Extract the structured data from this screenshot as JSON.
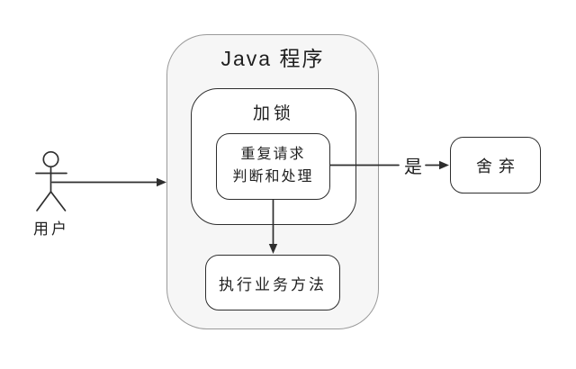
{
  "diagram": {
    "title": "Java 程序",
    "nodes": {
      "user": {
        "label": "用户"
      },
      "lock": {
        "label": "加锁"
      },
      "duplicate_check": {
        "label_line1": "重复请求",
        "label_line2": "判断和处理"
      },
      "execute_business": {
        "label": "执行业务方法"
      },
      "discard": {
        "label": "舍弃"
      }
    },
    "edges": {
      "user_to_program": "",
      "yes_label": "是",
      "check_to_execute": ""
    },
    "colors": {
      "background": "#ffffff",
      "outer_fill": "#f6f6f6",
      "outer_border": "#9a9a9a",
      "box_border": "#2e2e2e",
      "line": "#2e2e2e",
      "text": "#1f1f1f"
    }
  }
}
